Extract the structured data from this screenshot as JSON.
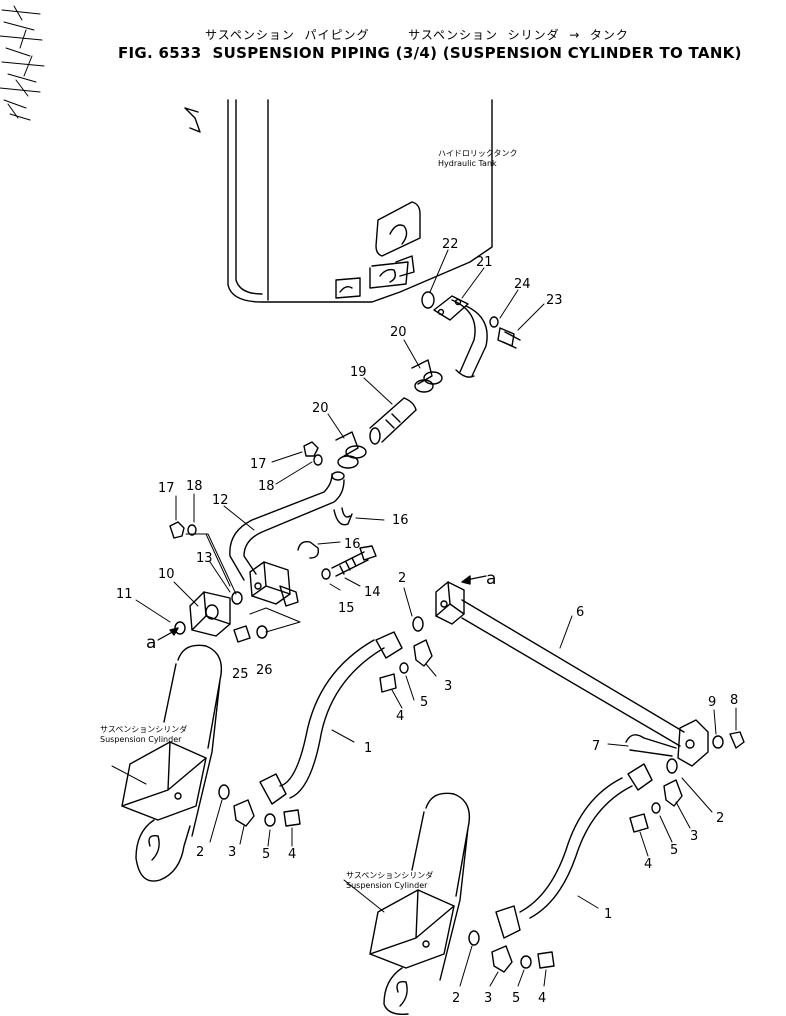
{
  "title": {
    "japanese": "サスペンション  パイピング        サスペンション  シリンダ  →  タンク",
    "english": "FIG. 6533  SUSPENSION PIPING (3/4) (SUSPENSION CYLINDER TO TANK)"
  },
  "labels": {
    "tank_jp": "ハイドロリックタンク",
    "tank_en": "Hydraulic  Tank",
    "cyl_left_jp": "サスペンションシリンダ",
    "cyl_left_en": "Suspension  Cylinder",
    "cyl_right_jp": "サスペンションシリンダ",
    "cyl_right_en": "Suspension  Cylinder",
    "ref_a_left": "a",
    "ref_a_right": "a"
  },
  "callouts": [
    {
      "id": "c22",
      "text": "22"
    },
    {
      "id": "c21",
      "text": "21"
    },
    {
      "id": "c24",
      "text": "24"
    },
    {
      "id": "c23",
      "text": "23"
    },
    {
      "id": "c20a",
      "text": "20"
    },
    {
      "id": "c19",
      "text": "19"
    },
    {
      "id": "c20b",
      "text": "20"
    },
    {
      "id": "c17a",
      "text": "17"
    },
    {
      "id": "c18a",
      "text": "18"
    },
    {
      "id": "c17b",
      "text": "17"
    },
    {
      "id": "c18b",
      "text": "18"
    },
    {
      "id": "c12",
      "text": "12"
    },
    {
      "id": "c16a",
      "text": "16"
    },
    {
      "id": "c16b",
      "text": "16"
    },
    {
      "id": "c13",
      "text": "13"
    },
    {
      "id": "c10",
      "text": "10"
    },
    {
      "id": "c11",
      "text": "11"
    },
    {
      "id": "c14",
      "text": "14"
    },
    {
      "id": "c15",
      "text": "15"
    },
    {
      "id": "c25",
      "text": "25"
    },
    {
      "id": "c26",
      "text": "26"
    },
    {
      "id": "c2a",
      "text": "2"
    },
    {
      "id": "c6",
      "text": "6"
    },
    {
      "id": "c3a",
      "text": "3"
    },
    {
      "id": "c5a",
      "text": "5"
    },
    {
      "id": "c4a",
      "text": "4"
    },
    {
      "id": "c1a",
      "text": "1"
    },
    {
      "id": "c9",
      "text": "9"
    },
    {
      "id": "c8",
      "text": "8"
    },
    {
      "id": "c7",
      "text": "7"
    },
    {
      "id": "c2b",
      "text": "2"
    },
    {
      "id": "c3b",
      "text": "3"
    },
    {
      "id": "c5b",
      "text": "5"
    },
    {
      "id": "c4b",
      "text": "4"
    },
    {
      "id": "c2c",
      "text": "2"
    },
    {
      "id": "c3c",
      "text": "3"
    },
    {
      "id": "c5c",
      "text": "5"
    },
    {
      "id": "c4c",
      "text": "4"
    },
    {
      "id": "c1b",
      "text": "1"
    },
    {
      "id": "c2d",
      "text": "2"
    },
    {
      "id": "c3d",
      "text": "3"
    },
    {
      "id": "c5d",
      "text": "5"
    },
    {
      "id": "c4d",
      "text": "4"
    }
  ]
}
